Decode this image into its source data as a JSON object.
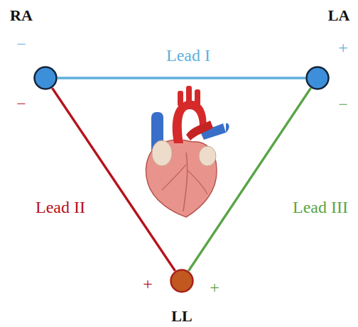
{
  "diagram": {
    "nodes": [
      {
        "text": [
          "RA"
        ]
      },
      {
        "text": [
          "LA"
        ]
      },
      {
        "text": [
          "LL"
        ]
      }
    ],
    "edges": [
      {
        "from": 0,
        "to": 1,
        "arrow": "none",
        "label": "Lead I"
      },
      {
        "from": 0,
        "to": 2,
        "arrow": "none",
        "label": "Lead II"
      },
      {
        "from": 1,
        "to": 2,
        "arrow": "none",
        "label": "Lead III"
      }
    ],
    "labels": [
      "−",
      "+",
      "−",
      "−",
      "+",
      "+"
    ]
  }
}
